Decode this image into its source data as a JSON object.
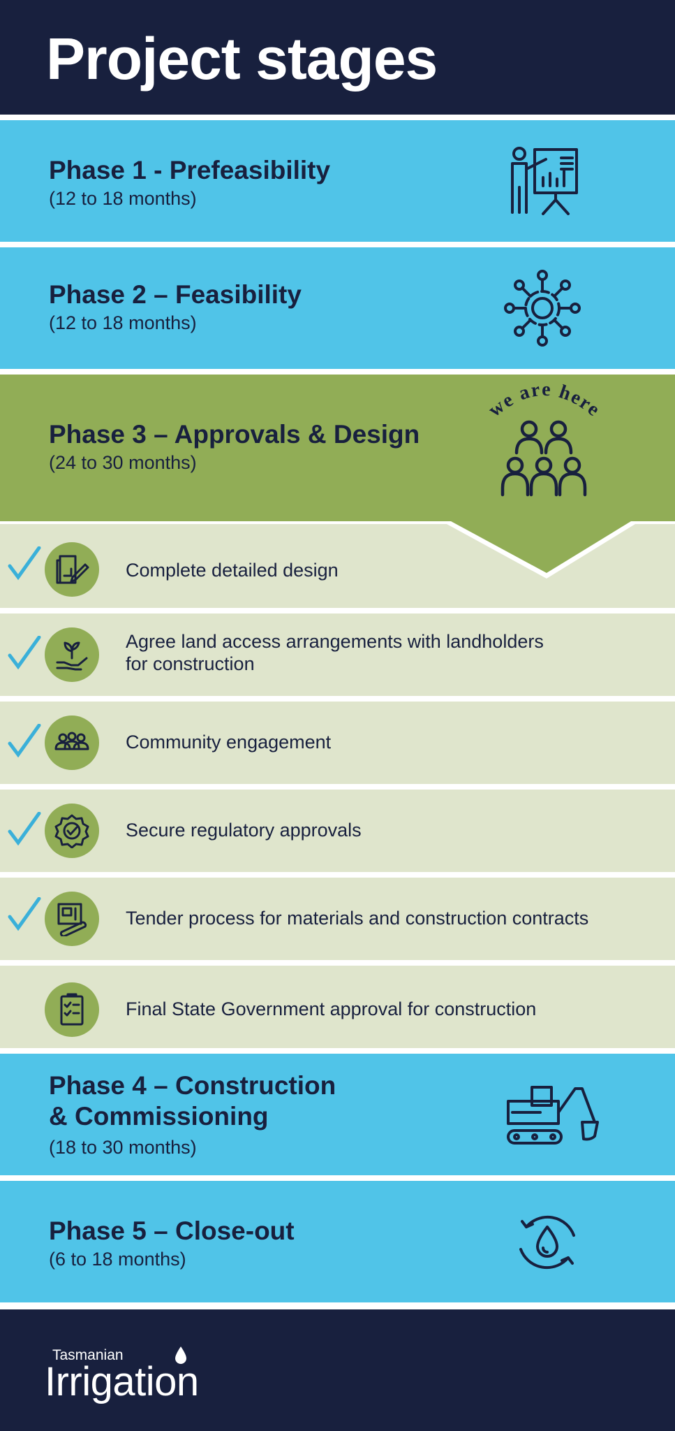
{
  "header": {
    "title": "Project stages"
  },
  "phases": [
    {
      "title": "Phase 1 - Prefeasibility",
      "duration": "(12 to 18 months)",
      "icon": "presentation-chart-icon"
    },
    {
      "title": "Phase 2 – Feasibility",
      "duration": "(12 to 18 months)",
      "icon": "network-gear-icon"
    },
    {
      "title": "Phase 3 – Approvals & Design",
      "duration": "(24 to 30 months)",
      "icon": "group-people-icon",
      "badge": "we are here"
    },
    {
      "title_line1": "Phase 4 – Construction",
      "title_line2": "& Commissioning",
      "duration": "(18 to 30 months)",
      "icon": "excavator-icon"
    },
    {
      "title": "Phase 5 – Close-out",
      "duration": "(6 to 18 months)",
      "icon": "water-cycle-icon"
    }
  ],
  "tasks": [
    {
      "label": "Complete detailed design",
      "done": true,
      "icon": "blueprint-pencil-icon"
    },
    {
      "label_line1": "Agree land access arrangements with landholders",
      "label_line2": "for construction",
      "done": true,
      "icon": "hand-plant-icon"
    },
    {
      "label": "Community engagement",
      "done": true,
      "icon": "community-icon"
    },
    {
      "label": "Secure regulatory approvals",
      "done": true,
      "icon": "approval-seal-icon"
    },
    {
      "label": "Tender process for materials and construction contracts",
      "done": true,
      "icon": "plans-icon"
    },
    {
      "label": "Final State Government approval for construction",
      "done": false,
      "icon": "clipboard-check-icon"
    }
  ],
  "footer": {
    "logo_small": "Tasmanian",
    "logo_big": "Irrigation"
  },
  "colors": {
    "navy": "#18203e",
    "blue": "#50c4e8",
    "green": "#91ad56",
    "light_green": "#dfe5cc",
    "check": "#3ab0d9"
  }
}
